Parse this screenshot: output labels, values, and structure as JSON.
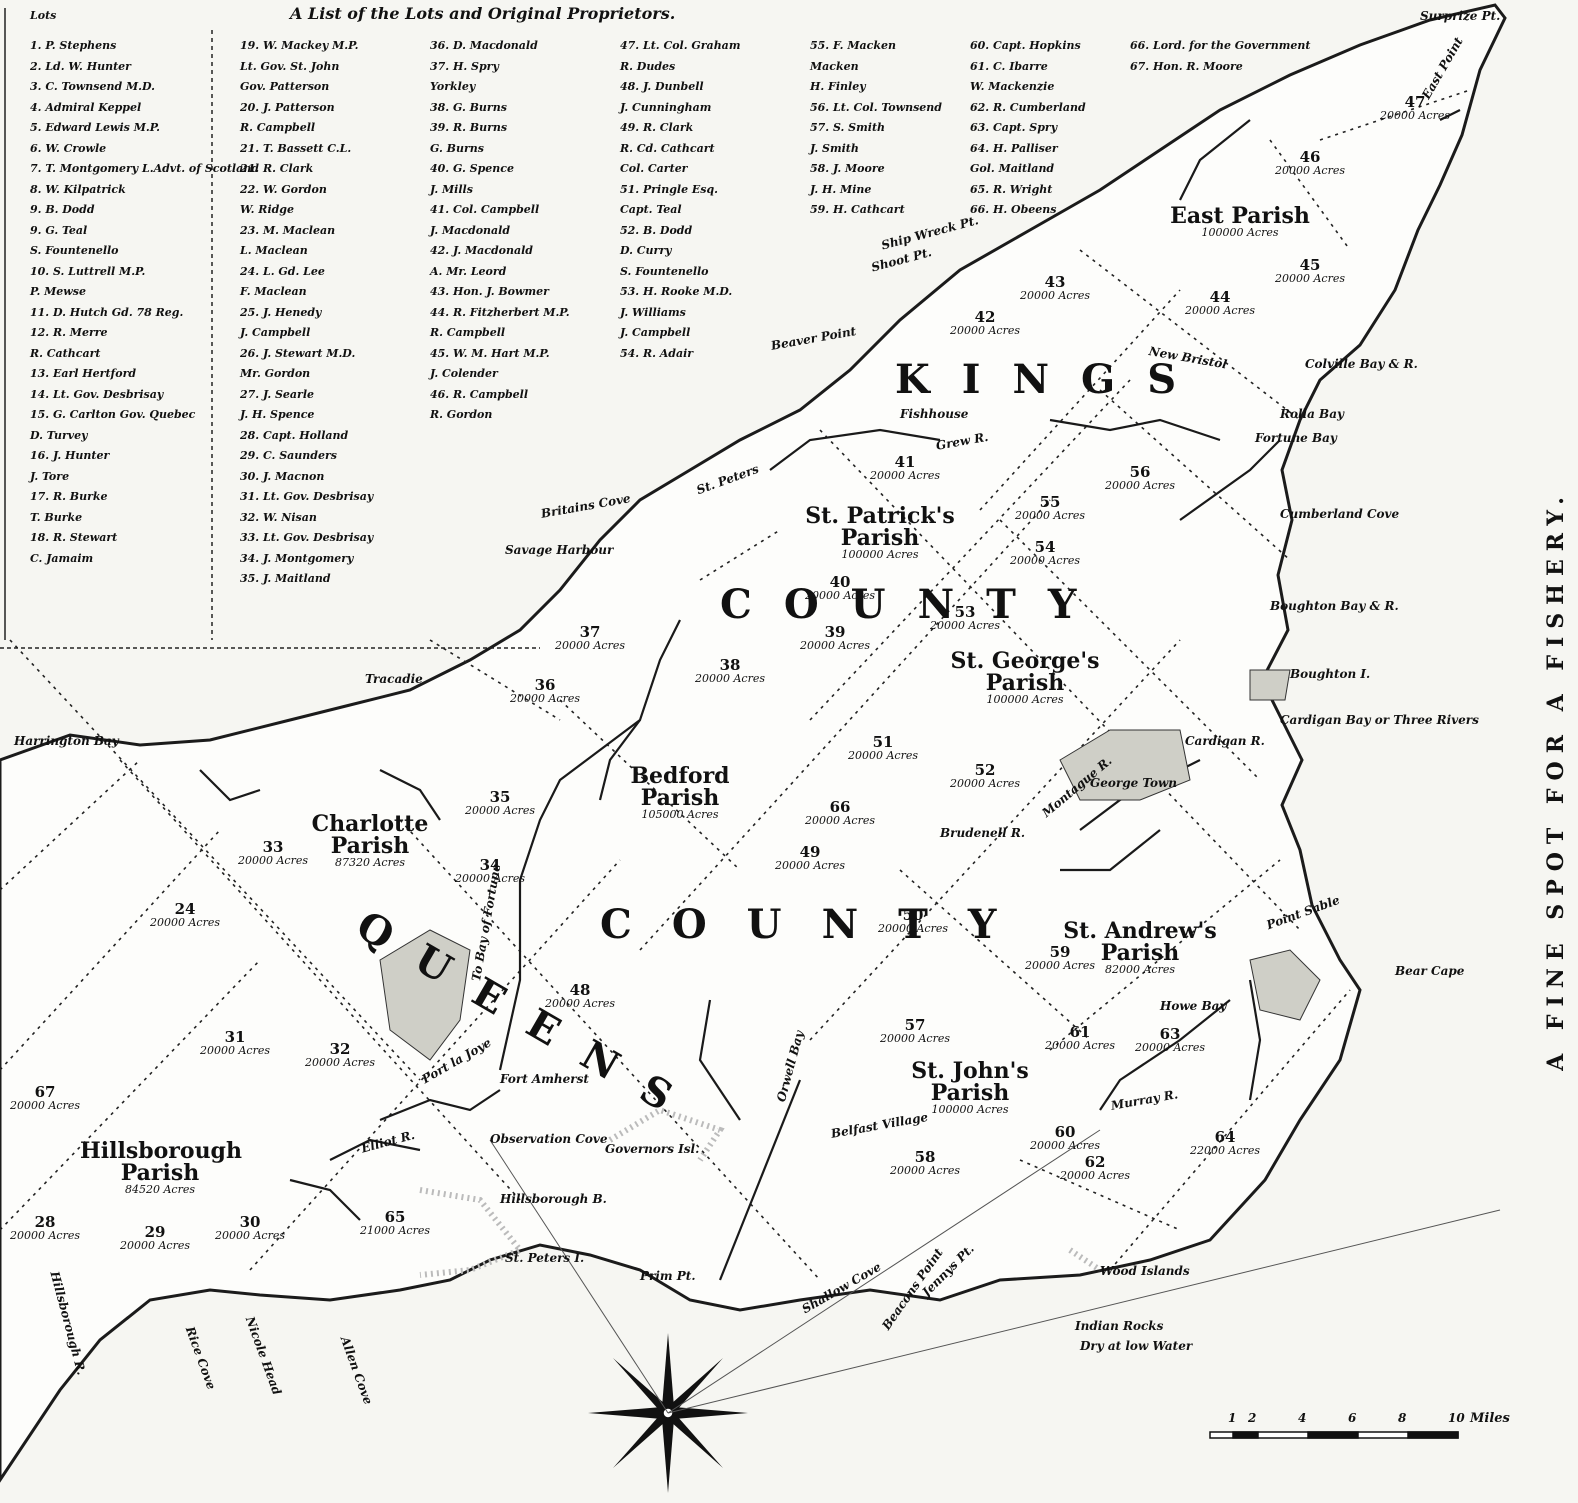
{
  "map": {
    "list_title": "A List of the Lots and Original Proprietors.",
    "lots_header": "Lots",
    "county_words": [
      "KINGS",
      "COUNTY",
      "QUEENS",
      "COUNTY"
    ],
    "side_text": "A FINE SPOT FOR A FISHERY.",
    "scale_label": "Miles",
    "scale_ticks": [
      "1",
      "2",
      "4",
      "6",
      "8",
      "10"
    ]
  },
  "lot_list": [
    [
      "1. P. Stephens",
      "2. Ld. W. Hunter",
      "3. C. Townsend M.D.",
      "4. Admiral Keppel",
      "5. Edward Lewis M.P.",
      "6. W. Crowle",
      "7. T. Montgomery L.Advt. of Scotland",
      "8. W. Kilpatrick",
      "9. B. Dodd",
      "9. G. Teal",
      "S. Fountenello",
      "10. S. Luttrell M.P.",
      "P. Mewse",
      "11. D. Hutch Gd. 78 Reg.",
      "12. R. Merre",
      "R. Cathcart",
      "13. Earl Hertford",
      "14. Lt. Gov. Desbrisay",
      "15. G. Carlton Gov. Quebec",
      "D. Turvey",
      "16. J. Hunter",
      "J. Tore",
      "17. R. Burke",
      "T. Burke",
      "18. R. Stewart",
      "C. Jamaim"
    ],
    [
      "19. W. Mackey M.P.",
      "Lt. Gov. St. John",
      "Gov. Patterson",
      "20. J. Patterson",
      "R. Campbell",
      "21. T. Bassett C.L.",
      "21. R. Clark",
      "22. W. Gordon",
      "W. Ridge",
      "23. M. Maclean",
      "L. Maclean",
      "24. L. Gd. Lee",
      "F. Maclean",
      "25. J. Henedy",
      "J. Campbell",
      "26. J. Stewart M.D.",
      "Mr. Gordon",
      "27. J. Searle",
      "J. H. Spence",
      "28. Capt. Holland",
      "29. C. Saunders",
      "30. J. Macnon",
      "31. Lt. Gov. Desbrisay",
      "32. W. Nisan",
      "33. Lt. Gov. Desbrisay",
      "34. J. Montgomery",
      "35. J. Maitland"
    ],
    [
      "36. D. Macdonald",
      "37. H. Spry",
      "Yorkley",
      "38. G. Burns",
      "39. R. Burns",
      "G. Burns",
      "40. G. Spence",
      "J. Mills",
      "41. Col. Campbell",
      "J. Macdonald",
      "42. J. Macdonald",
      "A. Mr. Leord",
      "43. Hon. J. Bowmer",
      "44. R. Fitzherbert M.P.",
      "R. Campbell",
      "45. W. M. Hart M.P.",
      "J. Colender",
      "46. R. Campbell",
      "R. Gordon"
    ],
    [
      "47. Lt. Col. Graham",
      "R. Dudes",
      "48. J. Dunbell",
      "J. Cunningham",
      "49. R. Clark",
      "R. Cd. Cathcart",
      "Col. Carter",
      "51. Pringle Esq.",
      "Capt. Teal",
      "52. B. Dodd",
      "D. Curry",
      "S. Fountenello",
      "53. H. Rooke M.D.",
      "J. Williams",
      "J. Campbell",
      "54. R. Adair"
    ],
    [
      "55. F. Macken",
      "Macken",
      "H. Finley",
      "56. Lt. Col. Townsend",
      "57. S. Smith",
      "J. Smith",
      "58. J. Moore",
      "J. H. Mine",
      "59. H. Cathcart"
    ],
    [
      "60. Capt. Hopkins",
      "61. C. Ibarre",
      "W. Mackenzie",
      "62. R. Cumberland",
      "63. Capt. Spry",
      "64. H. Palliser",
      "Gol. Maitland",
      "65. R. Wright",
      "66. H. Obeens"
    ],
    [
      "66. Lord. for the Government",
      "67. Hon. R. Moore"
    ]
  ],
  "lots": [
    {
      "n": "47",
      "acres": "20000 Acres"
    },
    {
      "n": "46",
      "acres": "20000 Acres"
    },
    {
      "n": "45",
      "acres": "20000 Acres"
    },
    {
      "n": "44",
      "acres": "20000 Acres"
    },
    {
      "n": "43",
      "acres": "20000 Acres"
    },
    {
      "n": "42",
      "acres": "20000 Acres"
    },
    {
      "n": "41",
      "acres": "20000 Acres"
    },
    {
      "n": "56",
      "acres": "20000 Acres"
    },
    {
      "n": "55",
      "acres": "20000 Acres"
    },
    {
      "n": "54",
      "acres": "20000 Acres"
    },
    {
      "n": "40",
      "acres": "20000 Acres"
    },
    {
      "n": "53",
      "acres": "20000 Acres"
    },
    {
      "n": "39",
      "acres": "20000 Acres"
    },
    {
      "n": "37",
      "acres": "20000 Acres"
    },
    {
      "n": "38",
      "acres": "20000 Acres"
    },
    {
      "n": "36",
      "acres": "20000 Acres"
    },
    {
      "n": "35",
      "acres": "20000 Acres"
    },
    {
      "n": "51",
      "acres": "20000 Acres"
    },
    {
      "n": "52",
      "acres": "20000 Acres"
    },
    {
      "n": "66",
      "acres": "20000 Acres"
    },
    {
      "n": "49",
      "acres": "20000 Acres"
    },
    {
      "n": "34",
      "acres": "20000 Acres"
    },
    {
      "n": "33",
      "acres": "20000 Acres"
    },
    {
      "n": "24",
      "acres": "20000 Acres"
    },
    {
      "n": "50",
      "acres": "20000 Acres"
    },
    {
      "n": "59",
      "acres": "20000 Acres"
    },
    {
      "n": "48",
      "acres": "20000 Acres"
    },
    {
      "n": "61",
      "acres": "20000 Acres"
    },
    {
      "n": "63",
      "acres": "20000 Acres"
    },
    {
      "n": "57",
      "acres": "20000 Acres"
    },
    {
      "n": "31",
      "acres": "20000 Acres"
    },
    {
      "n": "32",
      "acres": "20000 Acres"
    },
    {
      "n": "67",
      "acres": "20000 Acres"
    },
    {
      "n": "60",
      "acres": "20000 Acres"
    },
    {
      "n": "64",
      "acres": "22000 Acres"
    },
    {
      "n": "58",
      "acres": "20000 Acres"
    },
    {
      "n": "62",
      "acres": "20000 Acres"
    },
    {
      "n": "65",
      "acres": "21000 Acres"
    },
    {
      "n": "29",
      "acres": "20000 Acres"
    },
    {
      "n": "30",
      "acres": "20000 Acres"
    },
    {
      "n": "28",
      "acres": "20000 Acres"
    }
  ],
  "parishes": [
    {
      "name": "East Parish",
      "acres": "100000 Acres"
    },
    {
      "name": "St. Patrick's Parish",
      "acres": "100000 Acres"
    },
    {
      "name": "St. George's Parish",
      "acres": "100000 Acres"
    },
    {
      "name": "Bedford Parish",
      "acres": "105000 Acres"
    },
    {
      "name": "Charlotte Parish",
      "acres": "87320 Acres"
    },
    {
      "name": "St. Andrew's Parish",
      "acres": "82000 Acres"
    },
    {
      "name": "St. John's Parish",
      "acres": "100000 Acres"
    },
    {
      "name": "Hillsborough Parish",
      "acres": "84520 Acres"
    }
  ],
  "places": [
    "Surprize Pt.",
    "East Point",
    "Ship Wreck Pt.",
    "Shoot Pt.",
    "Beaver Point",
    "New Bristol",
    "Colville Bay & R.",
    "Rolla Bay",
    "Fortune Bay",
    "Boughton Bay & R.",
    "Boughton I.",
    "Cardigan Bay or Three Rivers",
    "Cardigan R.",
    "George Town",
    "Brudenell R.",
    "Montague R.",
    "Murray R.",
    "Bear Cape",
    "Point Sable",
    "Indian Rocks",
    "Dry at low Water",
    "Wood Islands",
    "Beacons Point",
    "Jennys Pt.",
    "Shallow Cove",
    "Orwell Bay",
    "Belfast Village",
    "Hillsborough B.",
    "St. Peters I.",
    "Prim Pt.",
    "Governors Isl.",
    "Fort Amherst",
    "Observation Cove",
    "Port la Joye",
    "Elliot R.",
    "Harrington Bay",
    "Savage Harbour",
    "St. Peters",
    "Britains Cove",
    "Tracadie",
    "Allen Cove",
    "Rice Cove",
    "Nicole Head",
    "Hillsborough R.",
    "To Bay of Fortune",
    "Fishhouse",
    "Grew R.",
    "Howe Bay",
    "Cumberland Cove"
  ]
}
